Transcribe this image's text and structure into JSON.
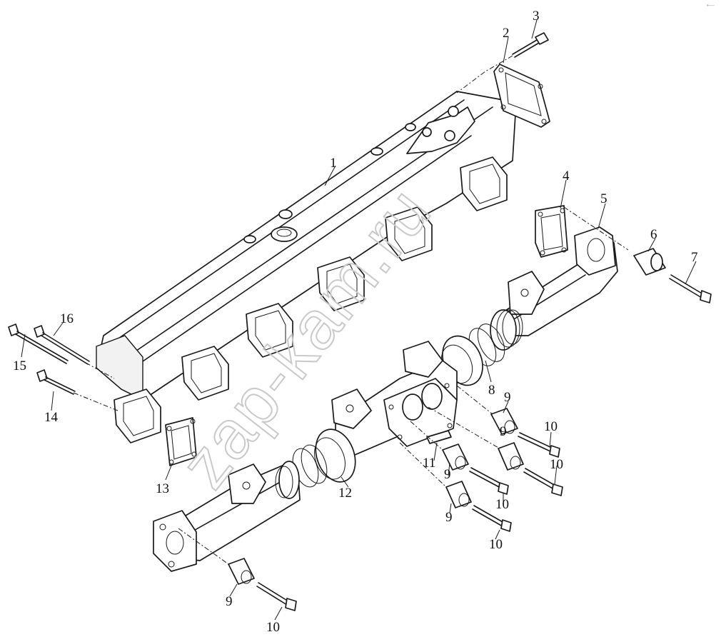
{
  "watermark": "zap-kam.ru",
  "corner_mark": "•—",
  "callouts": [
    {
      "id": "c1",
      "text": "1"
    },
    {
      "id": "c2",
      "text": "2"
    },
    {
      "id": "c3",
      "text": "3"
    },
    {
      "id": "c4",
      "text": "4"
    },
    {
      "id": "c5",
      "text": "5"
    },
    {
      "id": "c6",
      "text": "6"
    },
    {
      "id": "c7",
      "text": "7"
    },
    {
      "id": "c8",
      "text": "8"
    },
    {
      "id": "c9a",
      "text": "9"
    },
    {
      "id": "c9b",
      "text": "9"
    },
    {
      "id": "c9c",
      "text": "9"
    },
    {
      "id": "c9d",
      "text": "9"
    },
    {
      "id": "c9e",
      "text": "9"
    },
    {
      "id": "c10a",
      "text": "10"
    },
    {
      "id": "c10b",
      "text": "10"
    },
    {
      "id": "c10c",
      "text": "10"
    },
    {
      "id": "c10d",
      "text": "10"
    },
    {
      "id": "c10e",
      "text": "10"
    },
    {
      "id": "c11",
      "text": "11"
    },
    {
      "id": "c12",
      "text": "12"
    },
    {
      "id": "c13",
      "text": "13"
    },
    {
      "id": "c14",
      "text": "14"
    },
    {
      "id": "c15",
      "text": "15"
    },
    {
      "id": "c16",
      "text": "16"
    }
  ]
}
